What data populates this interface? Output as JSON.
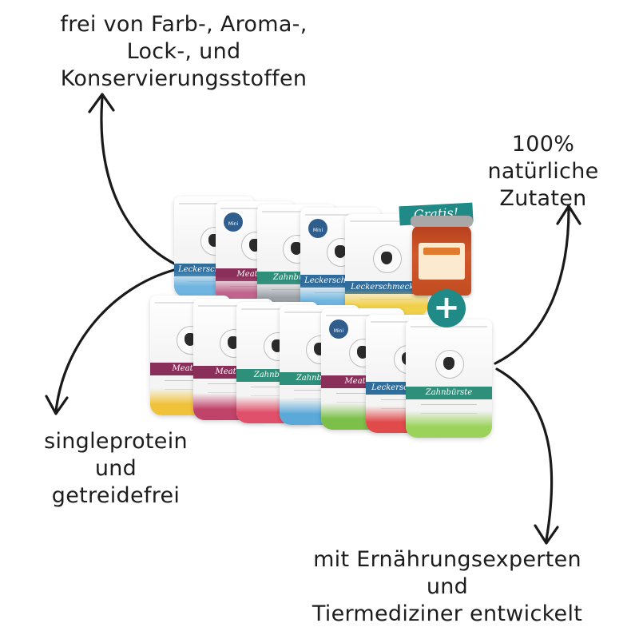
{
  "claims": {
    "top_left": [
      "frei von Farb-, Aroma-,",
      "Lock-, und",
      "Konservierungsstoffen"
    ],
    "top_right": [
      "100%",
      "natürliche",
      "Zutaten"
    ],
    "bottom_left": [
      "singleprotein",
      "und",
      "getreidefrei"
    ],
    "bottom_right": [
      "mit Ernährungsexperten",
      "und",
      "Tiermediziner entwickelt"
    ]
  },
  "products": {
    "back_row": [
      {
        "label": "Leckerschmecker",
        "band_color": "#2f6d9c",
        "splash_color": "#6fb5e0"
      },
      {
        "label": "Meatball",
        "band_color": "#8a2f5a",
        "splash_color": "#c0648e",
        "paw": "Mini"
      },
      {
        "label": "Zahnbürste",
        "band_color": "#2e8f7a",
        "splash_color": "#9aa0a6"
      },
      {
        "label": "Leckerschmecker",
        "band_color": "#2f6d9c",
        "splash_color": "#6fb5e0",
        "paw": "Mini"
      },
      {
        "label": "Leckerschmecker",
        "band_color": "#2f6d9c",
        "splash_color": "#f1d04a"
      }
    ],
    "front_row": [
      {
        "label": "Meatball",
        "band_color": "#8a2f5a",
        "splash_color": "#f0c23a"
      },
      {
        "label": "Meatball",
        "band_color": "#8a2f5a",
        "splash_color": "#c0436a"
      },
      {
        "label": "Zahnbürste",
        "band_color": "#2e8f7a",
        "splash_color": "#e0506a"
      },
      {
        "label": "Zahnbürste",
        "band_color": "#2e8f7a",
        "splash_color": "#5aa9d8"
      },
      {
        "label": "Meatball",
        "band_color": "#8a2f5a",
        "splash_color": "#7cc04a",
        "paw": "Mini"
      },
      {
        "label": "Leckerschmecker",
        "band_color": "#2f6d9c",
        "splash_color": "#e04a4a"
      },
      {
        "label": "Zahnbürste",
        "band_color": "#2e8f7a",
        "splash_color": "#9ad25a"
      }
    ],
    "gratis_badge": "Gratis!",
    "jar_icon": "soup-jar-icon",
    "plus_icon": "plus-icon"
  }
}
